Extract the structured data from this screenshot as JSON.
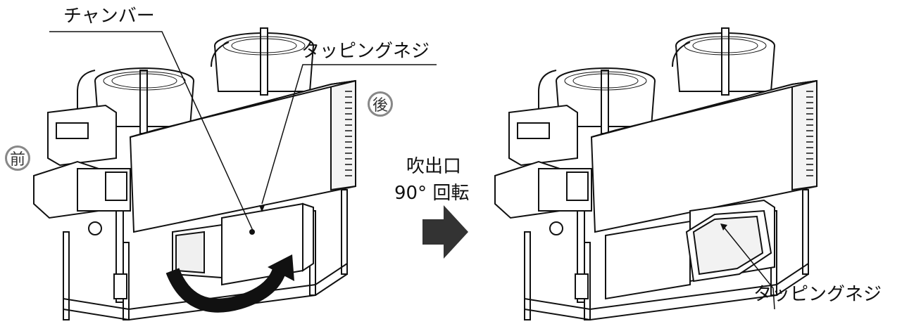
{
  "labels": {
    "chamber": "チャンバー",
    "screw_top": "タッピングネジ",
    "screw_bottom": "タッピングネジ",
    "outlet": "吹出口",
    "rotate": "90° 回転"
  },
  "badges": {
    "front": "前",
    "back": "後"
  },
  "colors": {
    "line": "#111111",
    "panel": "#ffffff",
    "badge_ring": "#888888",
    "arrow": "#333333",
    "curve_arrow": "#111111"
  }
}
